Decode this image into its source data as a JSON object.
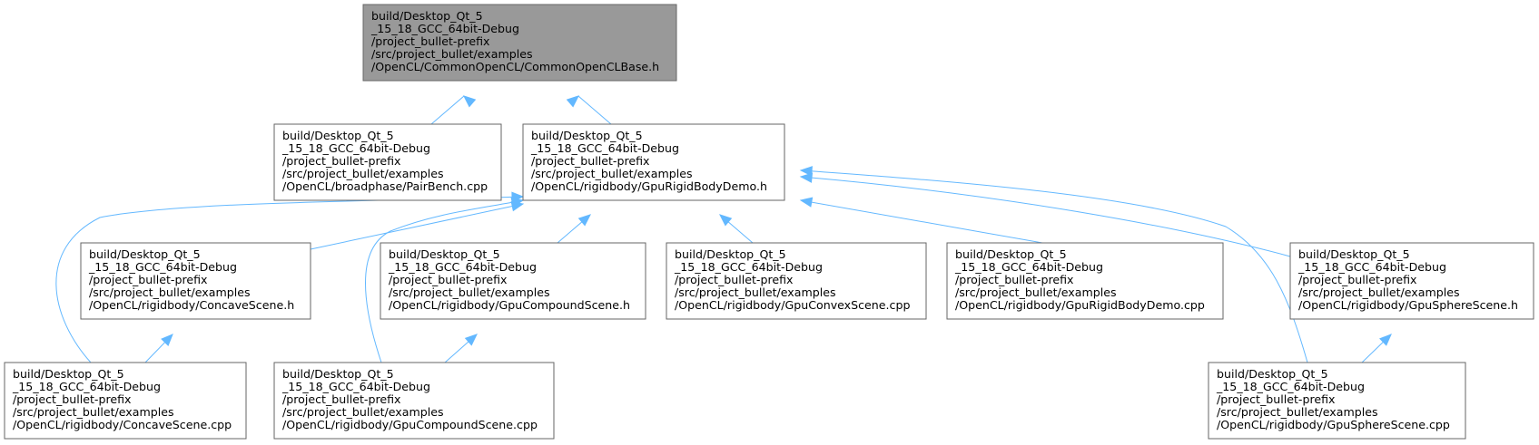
{
  "graph": {
    "colors": {
      "root_fill": "#999999",
      "node_fill": "#ffffff",
      "border": "#666666",
      "edge": "#63b8ff"
    },
    "nodes": [
      {
        "id": "common_opencl_base_h",
        "lines": [
          "build/Desktop_Qt_5",
          "_15_18_GCC_64bit-Debug",
          "/project_bullet-prefix",
          "/src/project_bullet/examples",
          "/OpenCL/CommonOpenCL/CommonOpenCLBase.h"
        ],
        "highlighted": true
      },
      {
        "id": "pair_bench_cpp",
        "lines": [
          "build/Desktop_Qt_5",
          "_15_18_GCC_64bit-Debug",
          "/project_bullet-prefix",
          "/src/project_bullet/examples",
          "/OpenCL/broadphase/PairBench.cpp"
        ]
      },
      {
        "id": "gpu_rigid_body_demo_h",
        "lines": [
          "build/Desktop_Qt_5",
          "_15_18_GCC_64bit-Debug",
          "/project_bullet-prefix",
          "/src/project_bullet/examples",
          "/OpenCL/rigidbody/GpuRigidBodyDemo.h"
        ]
      },
      {
        "id": "concave_scene_h",
        "lines": [
          "build/Desktop_Qt_5",
          "_15_18_GCC_64bit-Debug",
          "/project_bullet-prefix",
          "/src/project_bullet/examples",
          "/OpenCL/rigidbody/ConcaveScene.h"
        ]
      },
      {
        "id": "gpu_compound_scene_h",
        "lines": [
          "build/Desktop_Qt_5",
          "_15_18_GCC_64bit-Debug",
          "/project_bullet-prefix",
          "/src/project_bullet/examples",
          "/OpenCL/rigidbody/GpuCompoundScene.h"
        ]
      },
      {
        "id": "gpu_convex_scene_cpp",
        "lines": [
          "build/Desktop_Qt_5",
          "_15_18_GCC_64bit-Debug",
          "/project_bullet-prefix",
          "/src/project_bullet/examples",
          "/OpenCL/rigidbody/GpuConvexScene.cpp"
        ]
      },
      {
        "id": "gpu_rigid_body_demo_cpp",
        "lines": [
          "build/Desktop_Qt_5",
          "_15_18_GCC_64bit-Debug",
          "/project_bullet-prefix",
          "/src/project_bullet/examples",
          "/OpenCL/rigidbody/GpuRigidBodyDemo.cpp"
        ]
      },
      {
        "id": "gpu_sphere_scene_h",
        "lines": [
          "build/Desktop_Qt_5",
          "_15_18_GCC_64bit-Debug",
          "/project_bullet-prefix",
          "/src/project_bullet/examples",
          "/OpenCL/rigidbody/GpuSphereScene.h"
        ]
      },
      {
        "id": "concave_scene_cpp",
        "lines": [
          "build/Desktop_Qt_5",
          "_15_18_GCC_64bit-Debug",
          "/project_bullet-prefix",
          "/src/project_bullet/examples",
          "/OpenCL/rigidbody/ConcaveScene.cpp"
        ]
      },
      {
        "id": "gpu_compound_scene_cpp",
        "lines": [
          "build/Desktop_Qt_5",
          "_15_18_GCC_64bit-Debug",
          "/project_bullet-prefix",
          "/src/project_bullet/examples",
          "/OpenCL/rigidbody/GpuCompoundScene.cpp"
        ]
      },
      {
        "id": "gpu_sphere_scene_cpp",
        "lines": [
          "build/Desktop_Qt_5",
          "_15_18_GCC_64bit-Debug",
          "/project_bullet-prefix",
          "/src/project_bullet/examples",
          "/OpenCL/rigidbody/GpuSphereScene.cpp"
        ]
      }
    ],
    "edges": [
      {
        "from": "pair_bench_cpp",
        "to": "common_opencl_base_h"
      },
      {
        "from": "gpu_rigid_body_demo_h",
        "to": "common_opencl_base_h"
      },
      {
        "from": "concave_scene_h",
        "to": "gpu_rigid_body_demo_h"
      },
      {
        "from": "concave_scene_cpp",
        "to": "gpu_rigid_body_demo_h"
      },
      {
        "from": "gpu_compound_scene_cpp",
        "to": "gpu_rigid_body_demo_h"
      },
      {
        "from": "gpu_compound_scene_h",
        "to": "gpu_rigid_body_demo_h"
      },
      {
        "from": "gpu_convex_scene_cpp",
        "to": "gpu_rigid_body_demo_h"
      },
      {
        "from": "gpu_rigid_body_demo_cpp",
        "to": "gpu_rigid_body_demo_h"
      },
      {
        "from": "gpu_sphere_scene_h",
        "to": "gpu_rigid_body_demo_h"
      },
      {
        "from": "gpu_sphere_scene_cpp",
        "to": "gpu_rigid_body_demo_h"
      },
      {
        "from": "concave_scene_cpp",
        "to": "concave_scene_h"
      },
      {
        "from": "gpu_compound_scene_cpp",
        "to": "gpu_compound_scene_h"
      },
      {
        "from": "gpu_sphere_scene_cpp",
        "to": "gpu_sphere_scene_h"
      }
    ]
  }
}
